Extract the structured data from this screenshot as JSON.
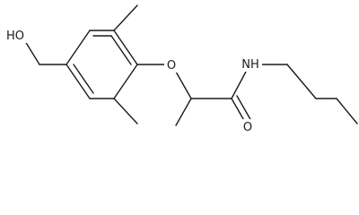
{
  "molecule": {
    "atoms": {
      "hydroxyl": "HO",
      "ether_oxygen": "O",
      "amide_nitrogen": "NH",
      "carbonyl_oxygen": "O"
    }
  },
  "colors": {
    "bond": "#1a1a1a",
    "label": "#1a1a1a",
    "background": "#ffffff"
  }
}
